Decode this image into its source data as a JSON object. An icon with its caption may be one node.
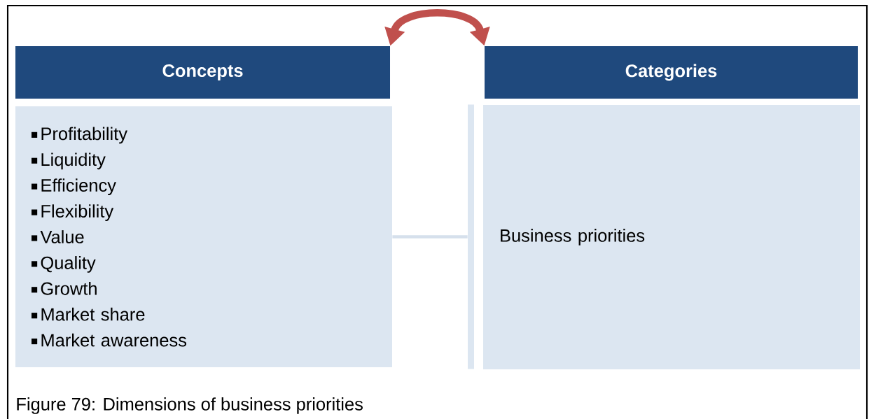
{
  "diagram": {
    "caption": "Figure 79: Dimensions of business priorities",
    "nodes": [
      {
        "text": [
          "Concepts"
        ]
      },
      {
        "text": [
          "Profitability",
          "Liquidity",
          "Efficiency",
          "Flexibility",
          "Value",
          "Quality",
          "Growth",
          "Market share",
          "Market awareness"
        ]
      },
      {
        "text": [
          "Categories"
        ]
      },
      {
        "text": [
          "Business priorities"
        ]
      },
      {
        "text": [],
        "shape": "bar"
      }
    ],
    "edges": [
      {
        "from": 0,
        "to": 2,
        "arrow": "both",
        "style": "thick",
        "color": "#c0504d"
      },
      {
        "from": 1,
        "to": 4,
        "arrow": "none",
        "color": "#d6e0ec"
      }
    ]
  }
}
